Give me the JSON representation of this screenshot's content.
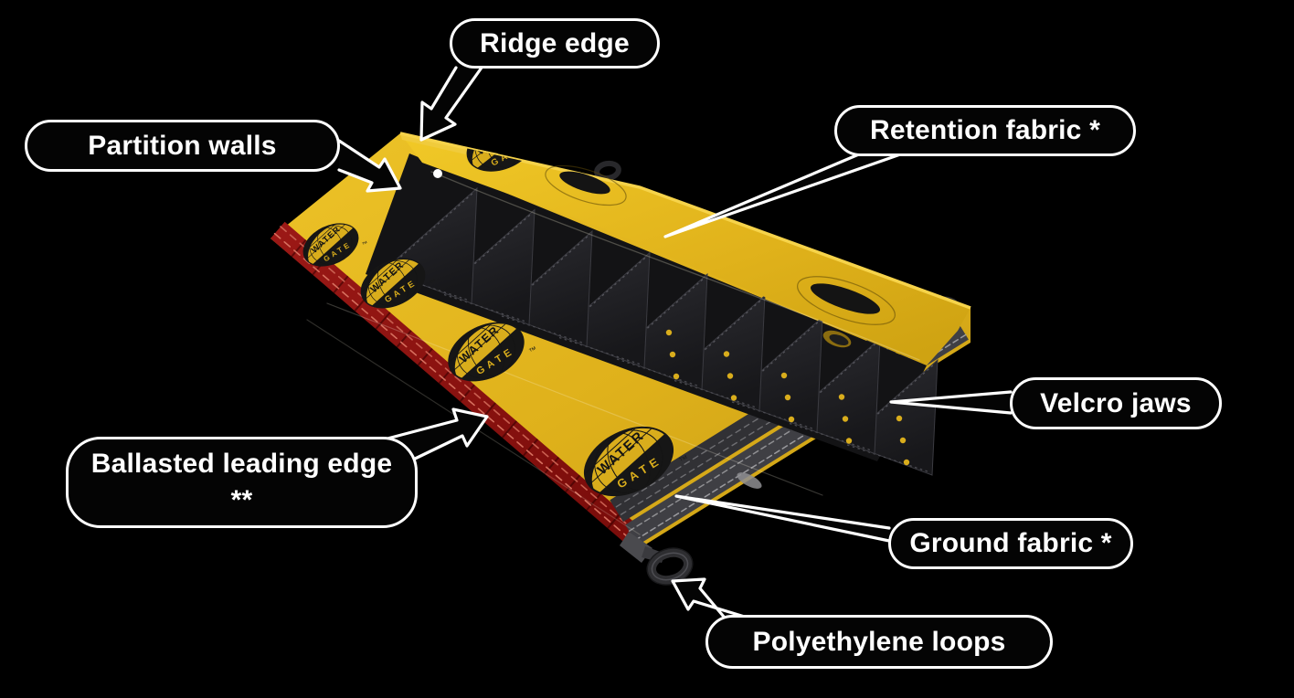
{
  "diagram": {
    "subject": "flood-barrier-parts-diagram",
    "callouts": [
      {
        "id": "ridge-edge",
        "text": "Ridge edge"
      },
      {
        "id": "partition-walls",
        "text": "Partition walls"
      },
      {
        "id": "retention-fabric",
        "text": "Retention fabric *"
      },
      {
        "id": "velcro-jaws",
        "text": "Velcro jaws"
      },
      {
        "id": "ballasted-leading-edge",
        "text": "Ballasted leading edge **"
      },
      {
        "id": "ground-fabric",
        "text": "Ground fabric *"
      },
      {
        "id": "polyethylene-loops",
        "text": "Polyethylene loops"
      }
    ],
    "brand_logo": {
      "top_text": "WATER",
      "bottom_text": "GATE",
      "trademark": "™"
    },
    "colors": {
      "background": "#000000",
      "callout_fill": "#040404",
      "callout_border": "#FFFFFF",
      "callout_text": "#FFFFFF",
      "fabric_yellow": "#E2B41C",
      "fabric_yellow_light": "#F2CC33",
      "fabric_yellow_dark": "#C89C12",
      "ballast_red": "#8E1313",
      "partition_dark": "#1B1B1E",
      "velcro_gray": "#3F3F44",
      "stitch_light": "#9A9A9E"
    }
  }
}
